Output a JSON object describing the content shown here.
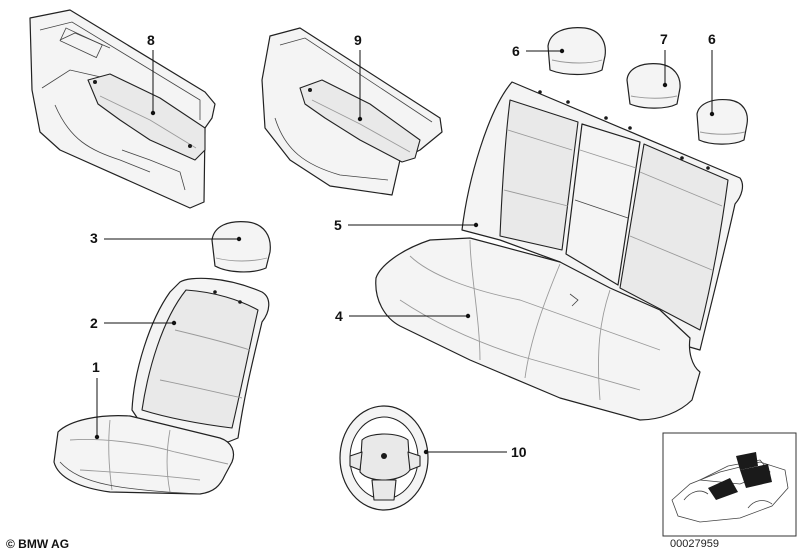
{
  "callouts": {
    "c1": "1",
    "c2": "2",
    "c3": "3",
    "c4": "4",
    "c5": "5",
    "c6a": "6",
    "c6b": "6",
    "c7": "7",
    "c8": "8",
    "c9": "9",
    "c10": "10"
  },
  "footer": {
    "copyright": "© BMW AG",
    "document_number": "00027959"
  }
}
